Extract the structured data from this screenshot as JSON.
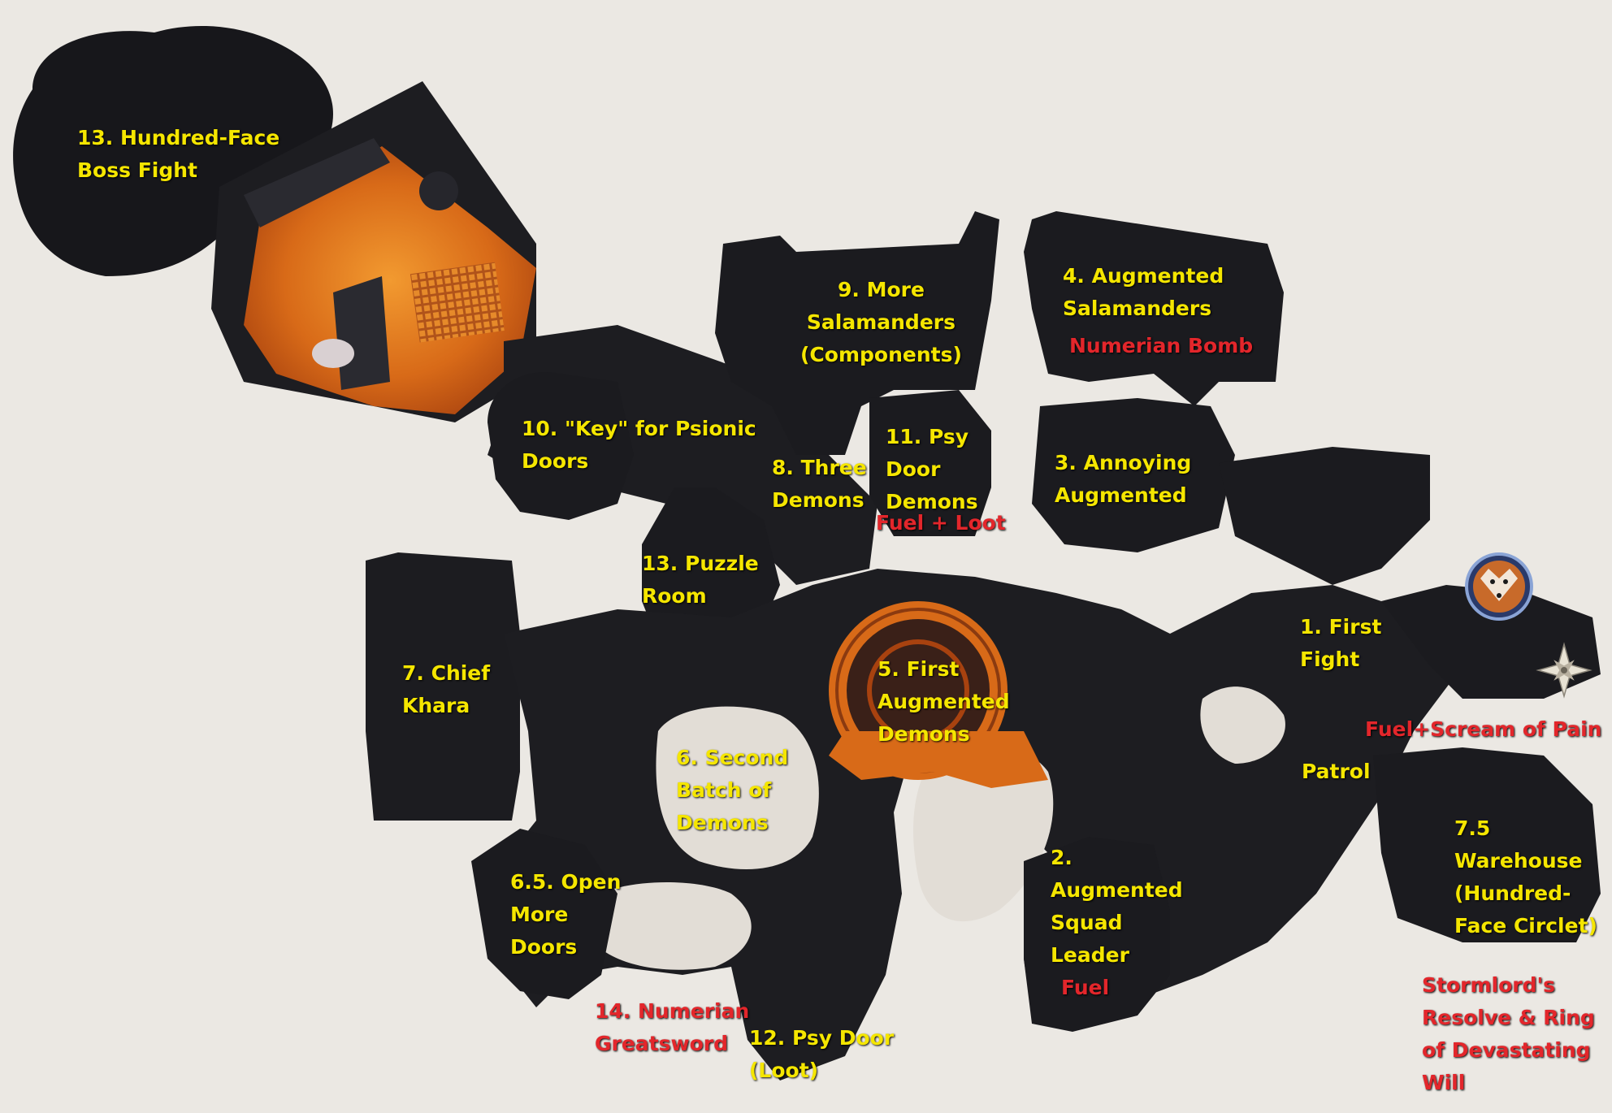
{
  "map": {
    "colors": {
      "background": "#ebe8e3",
      "floor": "#1d1d21",
      "lava": "#e07a1c",
      "yellow_label": "#f5e600",
      "red_label": "#e3262b"
    },
    "icons": [
      "fox-portrait-icon",
      "compass-rose-icon"
    ],
    "labels": {
      "l13_boss": "13. Hundred-Face\nBoss Fight",
      "l9": "9. More\nSalamanders\n(Components)",
      "l4": "4. Augmented\nSalamanders",
      "l4_loot": "Numerian Bomb",
      "l10": "10. \"Key\" for Psionic\nDoors",
      "l11": "11. Psy\nDoor\nDemons",
      "l11_loot": "Fuel + Loot",
      "l8": "8.  Three\nDemons",
      "l3": "3. Annoying\nAugmented",
      "l13_puzzle": "13. Puzzle\nRoom",
      "l1": "1. First\nFight",
      "l7": "7. Chief\nKhara",
      "l5": "5. First\nAugmented\nDemons",
      "l1_loot": "Fuel+Scream of Pain",
      "l6": "6. Second\nBatch of\nDemons",
      "patrol": "Patrol",
      "l7_5": "7.5\nWarehouse\n(Hundred-\nFace Circlet)",
      "l2": "2.\nAugmented\nSquad\nLeader",
      "l2_loot": "Fuel",
      "l6_5": "6.5. Open\nMore\nDoors",
      "l14": "14. Numerian\nGreatsword",
      "l12": "12. Psy Door\n(Loot)",
      "l7_5_loot": "Stormlord's\nResolve & Ring\nof Devastating\nWill"
    }
  }
}
